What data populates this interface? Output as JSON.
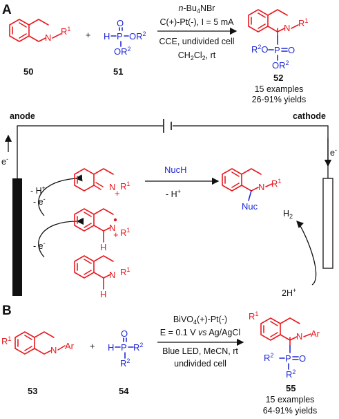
{
  "section_a": {
    "label": "A",
    "reagents_line1": "n-Bu4NBr",
    "reagents_line2": "C(+)-Pt(-), I = 5 mA",
    "reagents_line3": "CCE, undivided cell",
    "reagents_line4": "CH2Cl2, rt",
    "plus": "+",
    "sm1": {
      "number": "50",
      "substituent": "R1"
    },
    "sm2": {
      "number": "51",
      "p_label": "P",
      "h_label": "H",
      "o_label": "O",
      "or2_right": "OR2",
      "or2_bottom": "OR2"
    },
    "product": {
      "number": "52",
      "examples": "15 examples",
      "yields": "26-91% yields",
      "n_label": "N",
      "r1": "R1",
      "r2o": "R2O",
      "p": "P",
      "o": "O",
      "or2": "OR2"
    }
  },
  "electrochem": {
    "anode_label": "anode",
    "cathode_label": "cathode",
    "e_minus_left": "e-",
    "e_minus_right": "e-",
    "minus_h": "- H+",
    "minus_e_top": "- e-",
    "minus_e_bottom": "- e-",
    "nucleophile": "NucH",
    "minus_h_arrow": "- H+",
    "nuc_label": "Nuc",
    "h2": "H2",
    "two_h": "2H+",
    "iminium_charge": "+",
    "radical_charge": "+",
    "r1": "R1",
    "h_label": "H"
  },
  "section_b": {
    "label": "B",
    "reagents_line1": "BiVO4(+)-Pt(-)",
    "reagents_line2": "E = 0.1 V vs Ag/AgCl",
    "reagents_line3": "Blue LED, MeCN, rt",
    "reagents_line4": "undivided cell",
    "plus": "+",
    "sm1": {
      "number": "53",
      "r1": "R1",
      "ar": "Ar",
      "n": "N"
    },
    "sm2": {
      "number": "54",
      "h": "H",
      "p": "P",
      "o": "O",
      "r2a": "R2",
      "r2b": "R2"
    },
    "product": {
      "number": "55",
      "examples": "15 examples",
      "yields": "64-91% yields",
      "r1": "R1",
      "ar": "Ar",
      "n": "N",
      "r2": "R2",
      "p": "P",
      "o": "O",
      "r2b": "R2"
    }
  },
  "colors": {
    "red": "#e8191e",
    "blue": "#1f2ad6",
    "black": "#111111"
  }
}
